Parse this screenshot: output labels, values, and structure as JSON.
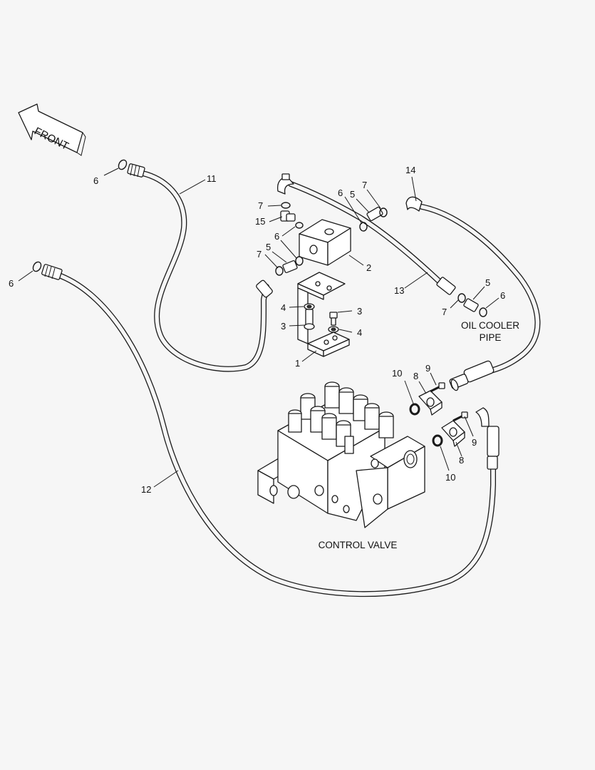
{
  "front_arrow": {
    "text": "FRONT"
  },
  "captions": {
    "control_valve": "CONTROL VALVE",
    "oil_cooler_line1": "OIL COOLER",
    "oil_cooler_line2": "PIPE"
  },
  "callouts": {
    "c1": "1",
    "c2": "2",
    "c3a": "3",
    "c3b": "3",
    "c4a": "4",
    "c4b": "4",
    "c5a": "5",
    "c5b": "5",
    "c5c": "5",
    "c6a": "6",
    "c6b": "6",
    "c6c": "6",
    "c6d": "6",
    "c6e": "6",
    "c7a": "7",
    "c7b": "7",
    "c7c": "7",
    "c7d": "7",
    "c8a": "8",
    "c8b": "8",
    "c9a": "9",
    "c9b": "9",
    "c10a": "10",
    "c10b": "10",
    "c11": "11",
    "c12": "12",
    "c13": "13",
    "c14": "14",
    "c15": "15"
  }
}
